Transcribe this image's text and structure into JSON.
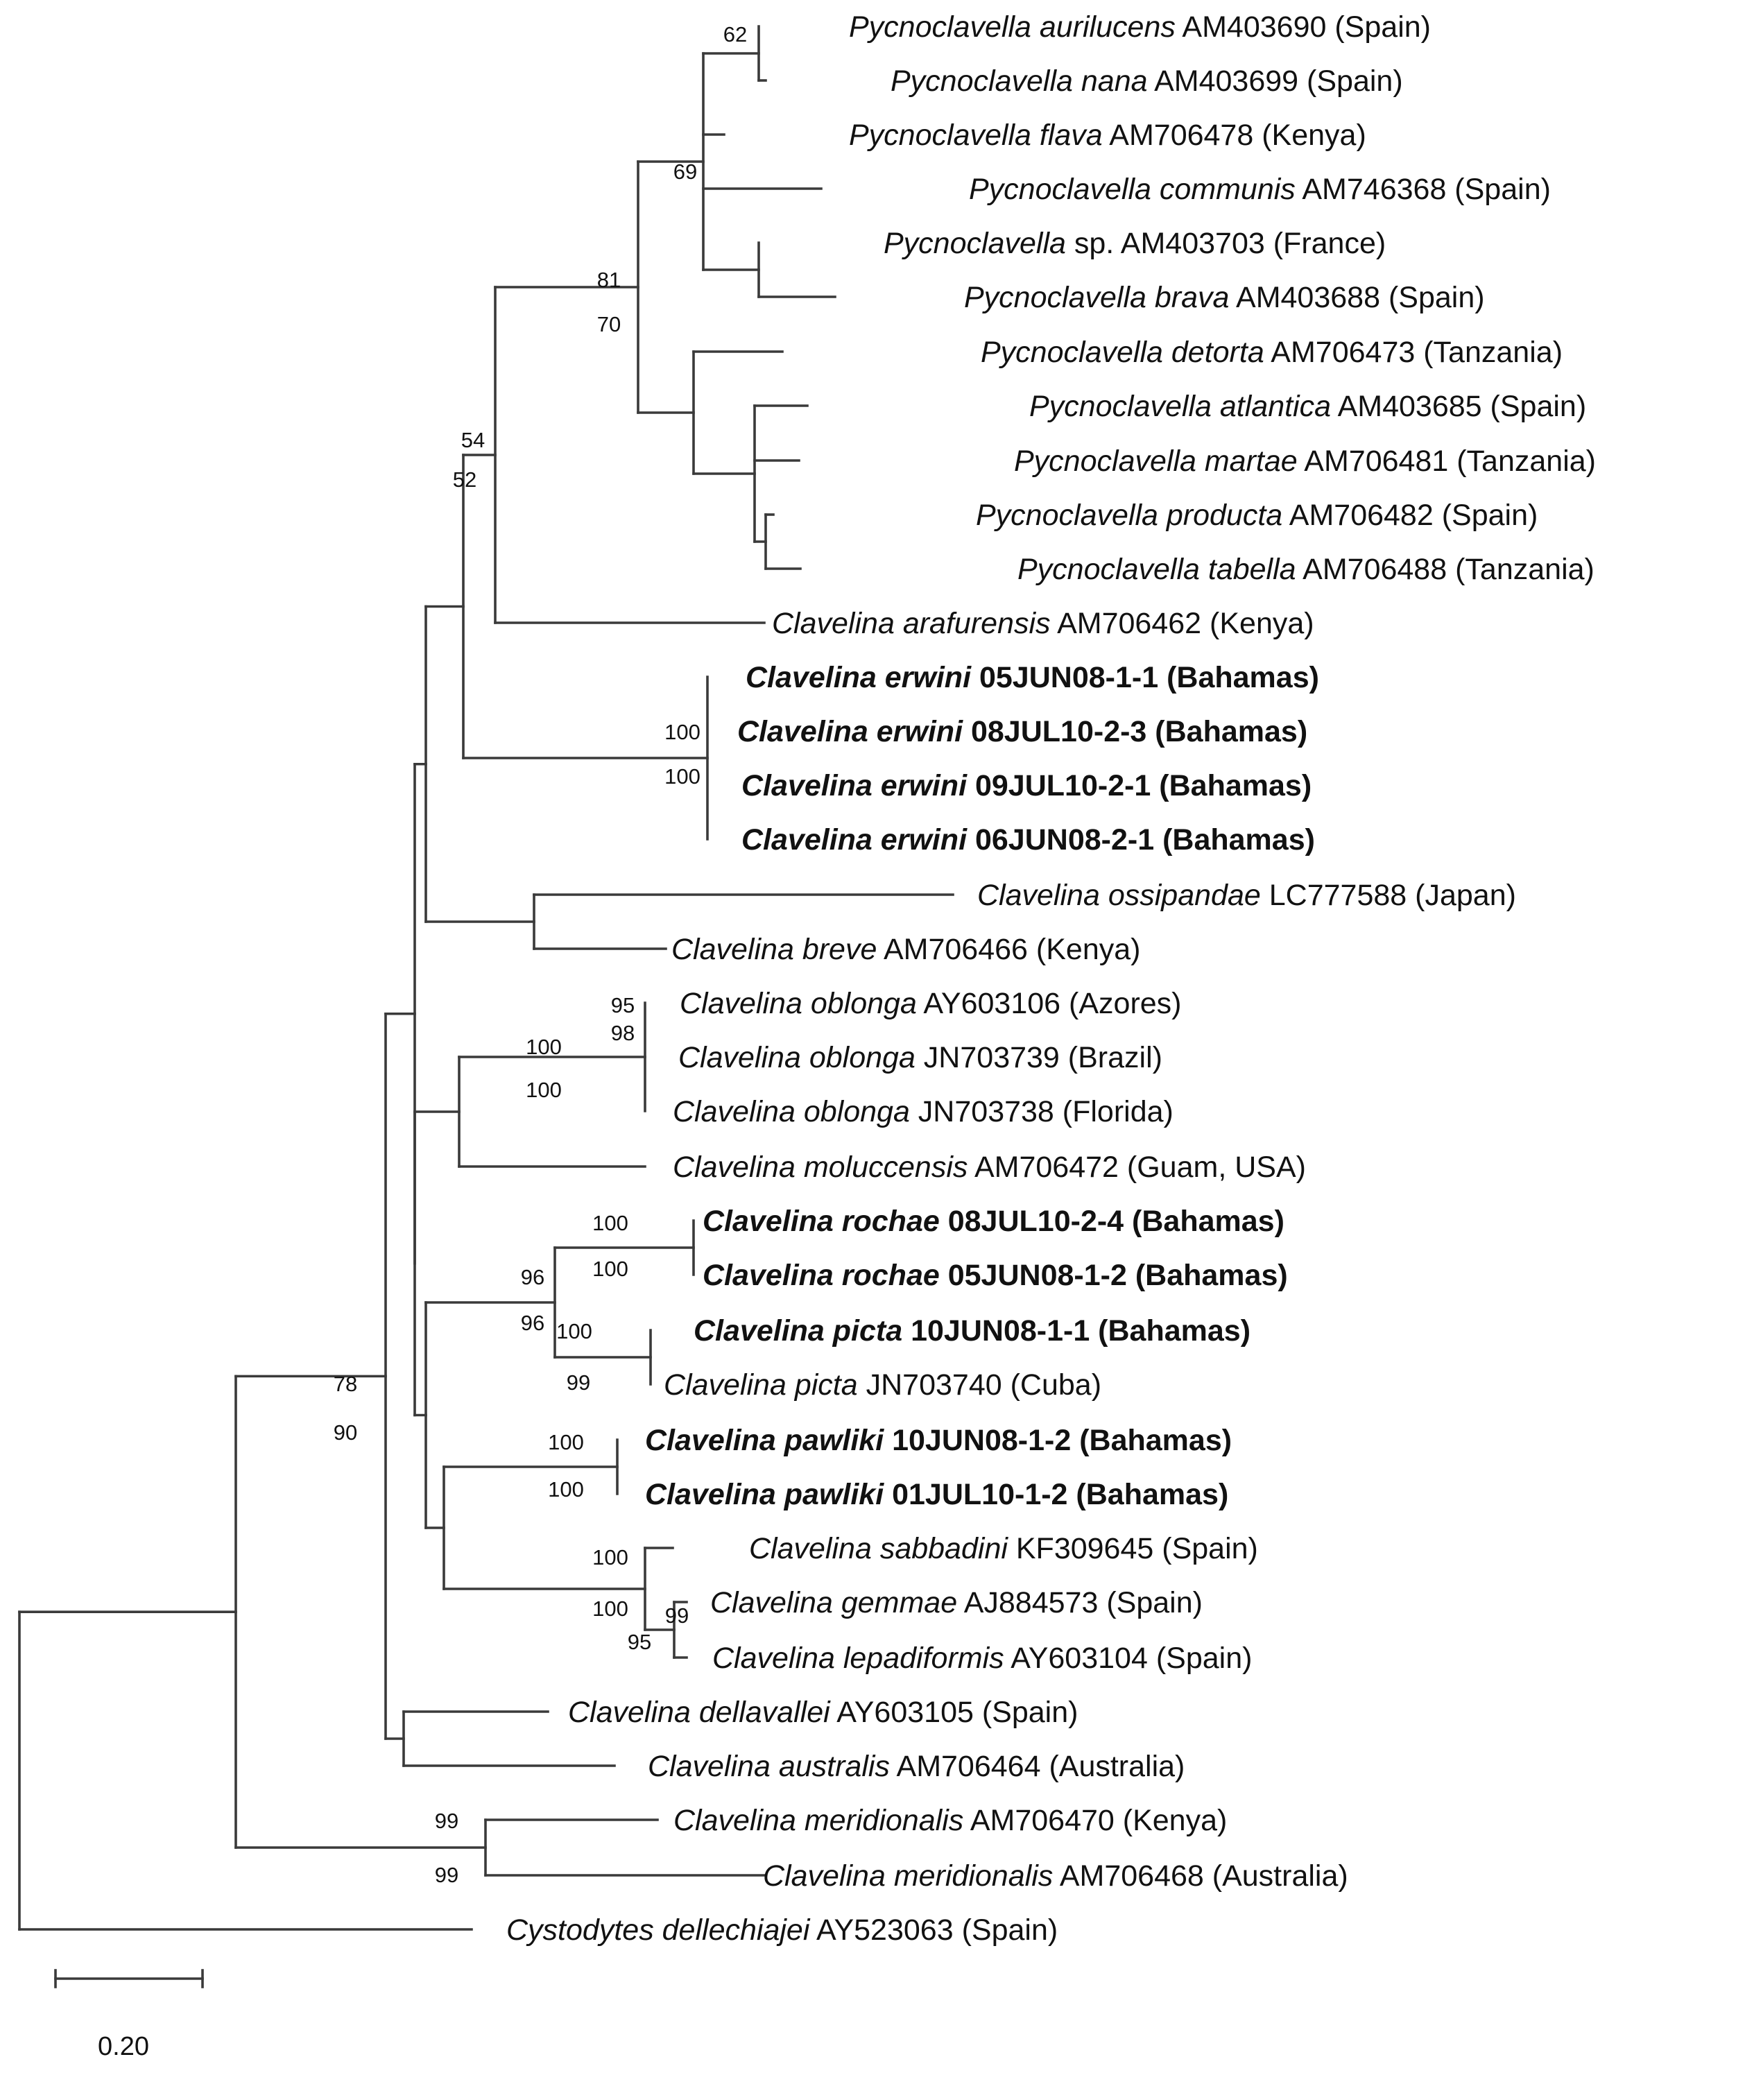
{
  "tree": {
    "taxa": [
      {
        "id": "t1",
        "species": "Pycnoclavella aurilucens",
        "rest": "AM403690 (Spain)",
        "bold": false
      },
      {
        "id": "t2",
        "species": "Pycnoclavella nana",
        "rest": "AM403699 (Spain)",
        "bold": false
      },
      {
        "id": "t3",
        "species": "Pycnoclavella flava",
        "rest": "AM706478 (Kenya)",
        "bold": false
      },
      {
        "id": "t4",
        "species": "Pycnoclavella communis",
        "rest": "AM746368 (Spain)",
        "bold": false
      },
      {
        "id": "t5",
        "species": "Pycnoclavella",
        "rest": "sp. AM403703 (France)",
        "bold": false
      },
      {
        "id": "t6",
        "species": "Pycnoclavella brava",
        "rest": "AM403688 (Spain)",
        "bold": false
      },
      {
        "id": "t7",
        "species": "Pycnoclavella detorta",
        "rest": "AM706473 (Tanzania)",
        "bold": false
      },
      {
        "id": "t8",
        "species": "Pycnoclavella atlantica",
        "rest": "AM403685 (Spain)",
        "bold": false
      },
      {
        "id": "t9",
        "species": "Pycnoclavella martae",
        "rest": "AM706481 (Tanzania)",
        "bold": false
      },
      {
        "id": "t10",
        "species": "Pycnoclavella producta",
        "rest": "AM706482 (Spain)",
        "bold": false
      },
      {
        "id": "t11",
        "species": "Pycnoclavella tabella",
        "rest": "AM706488 (Tanzania)",
        "bold": false
      },
      {
        "id": "t12",
        "species": "Clavelina arafurensis",
        "rest": "AM706462 (Kenya)",
        "bold": false
      },
      {
        "id": "t13",
        "species": "Clavelina erwini",
        "rest": "05JUN08-1-1 (Bahamas)",
        "bold": true
      },
      {
        "id": "t14",
        "species": "Clavelina erwini",
        "rest": "08JUL10-2-3 (Bahamas)",
        "bold": true
      },
      {
        "id": "t15",
        "species": "Clavelina erwini",
        "rest": "09JUL10-2-1 (Bahamas)",
        "bold": true
      },
      {
        "id": "t16",
        "species": "Clavelina erwini",
        "rest": "06JUN08-2-1 (Bahamas)",
        "bold": true
      },
      {
        "id": "t17",
        "species": "Clavelina ossipandae",
        "rest": "LC777588 (Japan)",
        "bold": false
      },
      {
        "id": "t18",
        "species": "Clavelina breve",
        "rest": "AM706466 (Kenya)",
        "bold": false
      },
      {
        "id": "t19",
        "species": "Clavelina oblonga",
        "rest": "AY603106 (Azores)",
        "bold": false
      },
      {
        "id": "t20",
        "species": "Clavelina oblonga",
        "rest": "JN703739 (Brazil)",
        "bold": false
      },
      {
        "id": "t21",
        "species": "Clavelina oblonga",
        "rest": "JN703738 (Florida)",
        "bold": false
      },
      {
        "id": "t22",
        "species": "Clavelina moluccensis",
        "rest": "AM706472 (Guam, USA)",
        "bold": false
      },
      {
        "id": "t23",
        "species": "Clavelina rochae",
        "rest": "08JUL10-2-4 (Bahamas)",
        "bold": true
      },
      {
        "id": "t24",
        "species": "Clavelina rochae",
        "rest": "05JUN08-1-2 (Bahamas)",
        "bold": true
      },
      {
        "id": "t25",
        "species": "Clavelina picta",
        "rest": "10JUN08-1-1 (Bahamas)",
        "bold": true
      },
      {
        "id": "t26",
        "species": "Clavelina picta",
        "rest": "JN703740 (Cuba)",
        "bold": false
      },
      {
        "id": "t27",
        "species": "Clavelina pawliki",
        "rest": "10JUN08-1-2 (Bahamas)",
        "bold": true
      },
      {
        "id": "t28",
        "species": "Clavelina pawliki",
        "rest": "01JUL10-1-2 (Bahamas)",
        "bold": true
      },
      {
        "id": "t29",
        "species": "Clavelina sabbadini",
        "rest": "KF309645 (Spain)",
        "bold": false
      },
      {
        "id": "t30",
        "species": "Clavelina gemmae",
        "rest": "AJ884573 (Spain)",
        "bold": false
      },
      {
        "id": "t31",
        "species": "Clavelina lepadiformis",
        "rest": "AY603104 (Spain)",
        "bold": false
      },
      {
        "id": "t32",
        "species": "Clavelina dellavallei",
        "rest": "AY603105 (Spain)",
        "bold": false
      },
      {
        "id": "t33",
        "species": "Clavelina australis",
        "rest": "AM706464 (Australia)",
        "bold": false
      },
      {
        "id": "t34",
        "species": "Clavelina meridionalis",
        "rest": "AM706470 (Kenya)",
        "bold": false
      },
      {
        "id": "t35",
        "species": "Clavelina meridionalis",
        "rest": "AM706468 (Australia)",
        "bold": false
      },
      {
        "id": "t36",
        "species": "Cystodytes dellechiajei",
        "rest": "AY523063 (Spain)",
        "bold": false
      }
    ],
    "support_values": [
      "62",
      "69",
      "81",
      "70",
      "54",
      "52",
      "100",
      "100",
      "95",
      "98",
      "100",
      "100",
      "100",
      "100",
      "96",
      "96",
      "100",
      "99",
      "78",
      "90",
      "100",
      "100",
      "100",
      "100",
      "99",
      "95",
      "99",
      "99"
    ],
    "scale_bar_label": "0.20",
    "branch_color": "#3a3a3a"
  }
}
